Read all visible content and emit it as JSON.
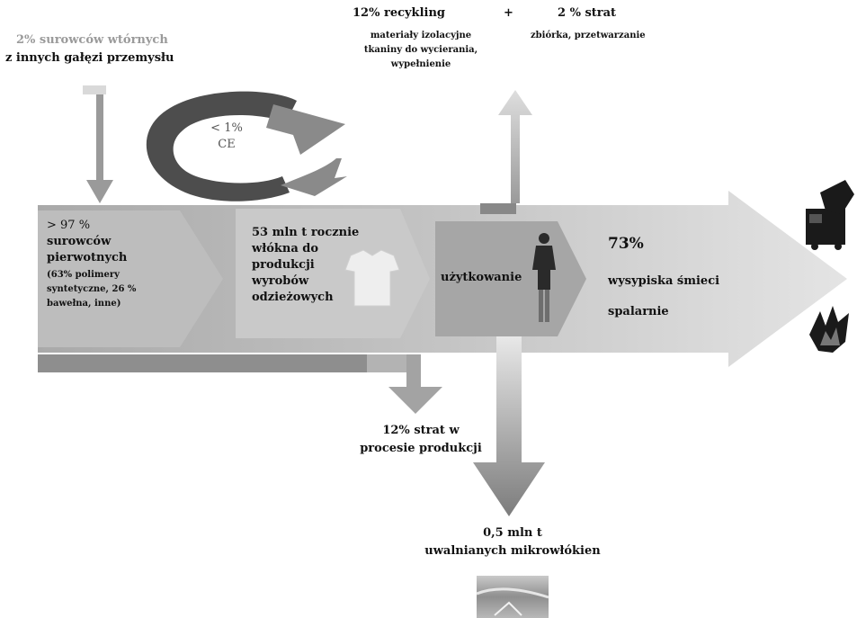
{
  "secondary": {
    "line1": "2% surowców wtórnych",
    "line2": "z innych gałęzi przemysłu"
  },
  "cycle": {
    "line1": "< 1%",
    "line2": "CE"
  },
  "recycling": {
    "title": "12% recykling",
    "plus": "+",
    "detail1": "materiały izolacyjne",
    "detail2": "tkaniny do wycierania,",
    "detail3": "wypełnienie"
  },
  "losses_collection": {
    "title": "2 % strat",
    "detail": "zbiórka, przetwarzanie"
  },
  "primary": {
    "line1": "> 97 %",
    "line2": "surowców",
    "line3": "pierwotnych",
    "line4": "(63% polimery",
    "line5": "syntetyczne, 26 %",
    "line6": "bawełna, inne)"
  },
  "production": {
    "line1": "53 mln t rocznie",
    "line2": "włókna do",
    "line3": "produkcji",
    "line4": "wyrobów",
    "line5": "odzieżowych"
  },
  "usage": {
    "label": "użytkowanie"
  },
  "landfill": {
    "percent": "73%",
    "line1": "wysypiska śmieci",
    "line2": "spalarnie"
  },
  "production_loss": {
    "line1": "12% strat w",
    "line2": "procesie produkcji"
  },
  "microfibres": {
    "line1": "0,5 mln t",
    "line2": "uwalnianych mikrowłókien"
  },
  "icons": [
    "tshirt-icon",
    "person-icon",
    "landfill-truck-icon",
    "fire-icon",
    "ocean-icon",
    "recycle-cycle-icon"
  ]
}
